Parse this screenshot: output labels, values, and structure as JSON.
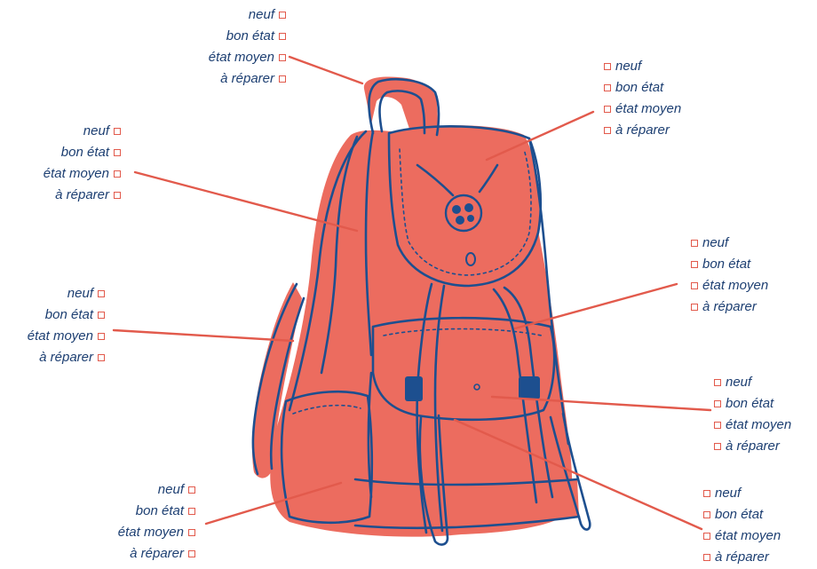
{
  "colors": {
    "backpack_fill": "#ec6c5f",
    "outline": "#1d4f8f",
    "leader_line": "#e25a4c",
    "label_text": "#1d3f72",
    "checkbox": "#e25a4c"
  },
  "icons": {
    "checkbox": "empty-square-checkbox",
    "flap_emblem": "flower-emblem"
  },
  "callouts": [
    {
      "id": "handle",
      "options": [
        "neuf",
        "bon état",
        "état moyen",
        "à réparer"
      ]
    },
    {
      "id": "top-flap",
      "options": [
        "neuf",
        "bon état",
        "état moyen",
        "à réparer"
      ]
    },
    {
      "id": "left-body",
      "options": [
        "neuf",
        "bon état",
        "état moyen",
        "à réparer"
      ]
    },
    {
      "id": "right-strap",
      "options": [
        "neuf",
        "bon état",
        "état moyen",
        "à réparer"
      ]
    },
    {
      "id": "left-side-strap",
      "options": [
        "neuf",
        "bon état",
        "état moyen",
        "à réparer"
      ]
    },
    {
      "id": "front-pocket",
      "options": [
        "neuf",
        "bon état",
        "état moyen",
        "à réparer"
      ]
    },
    {
      "id": "bottom-left-pocket",
      "options": [
        "neuf",
        "bon état",
        "état moyen",
        "à réparer"
      ]
    },
    {
      "id": "bottom-front",
      "options": [
        "neuf",
        "bon état",
        "état moyen",
        "à réparer"
      ]
    }
  ]
}
